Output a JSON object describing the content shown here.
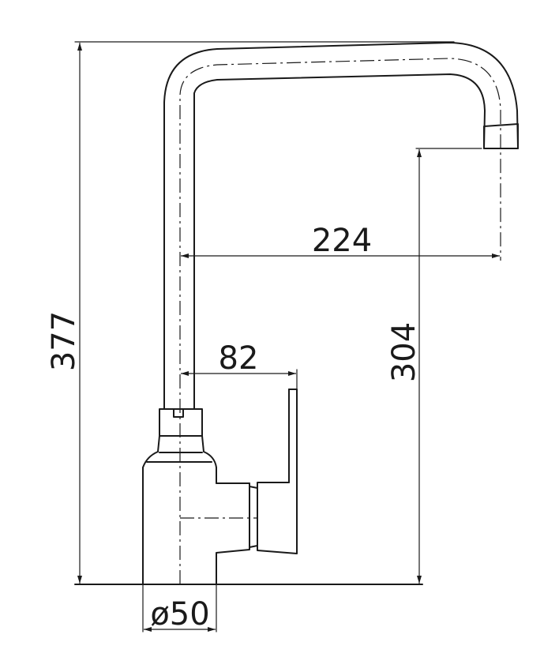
{
  "drawing": {
    "dimensions": {
      "total_height": "377",
      "spout_height": "304",
      "spout_reach": "224",
      "handle_offset": "82",
      "base_diameter": "ø50"
    },
    "colors": {
      "line": "#1a1a1a",
      "background": "#ffffff"
    }
  }
}
